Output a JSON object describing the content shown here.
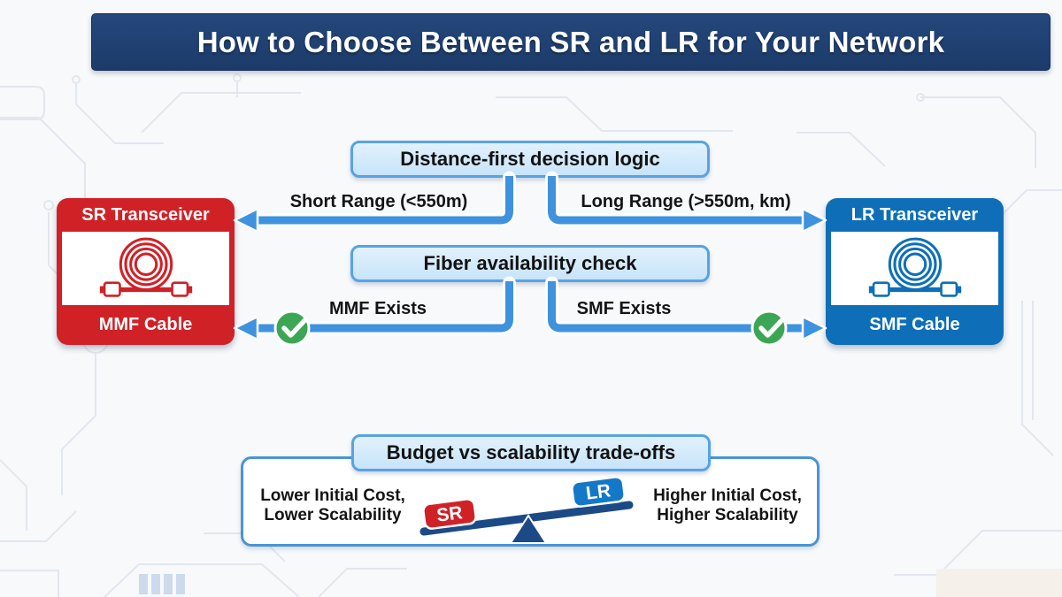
{
  "header": {
    "title": "How to Choose Between SR and LR for Your Network"
  },
  "flow": {
    "distance_box": "Distance-first decision logic",
    "fiber_box": "Fiber availability check",
    "short_range_label": "Short Range (<550m)",
    "long_range_label": "Long Range (>550m, km)",
    "mmf_exists_label": "MMF Exists",
    "smf_exists_label": "SMF Exists"
  },
  "cards": {
    "sr": {
      "title": "SR Transceiver",
      "cable_label": "MMF Cable",
      "icon": "coiled-cable-icon",
      "color": "#d02127"
    },
    "lr": {
      "title": "LR Transceiver",
      "cable_label": "SMF Cable",
      "icon": "coiled-cable-icon",
      "color": "#0e6fb8"
    }
  },
  "tradeoff": {
    "title": "Budget vs scalability trade-offs",
    "left": {
      "line1": "Lower Initial Cost,",
      "line2": "Lower Scalability"
    },
    "right": {
      "line1": "Higher Initial Cost,",
      "line2": "Higher Scalability"
    },
    "seesaw": {
      "low_side_label": "SR",
      "high_side_label": "LR"
    }
  },
  "icons": {
    "check_left": "check-circle-icon",
    "check_right": "check-circle-icon"
  },
  "colors": {
    "title_bar": "#1e3e6e",
    "accent_red": "#d02127",
    "accent_blue": "#0e6fb8",
    "arrow_blue": "#3e92de",
    "green_check": "#3ba654",
    "box_border": "#57a3e3",
    "box_fill_top": "#e2f1fd",
    "box_fill_bottom": "#c7e4f9",
    "seesaw_navy": "#1b4a86"
  }
}
